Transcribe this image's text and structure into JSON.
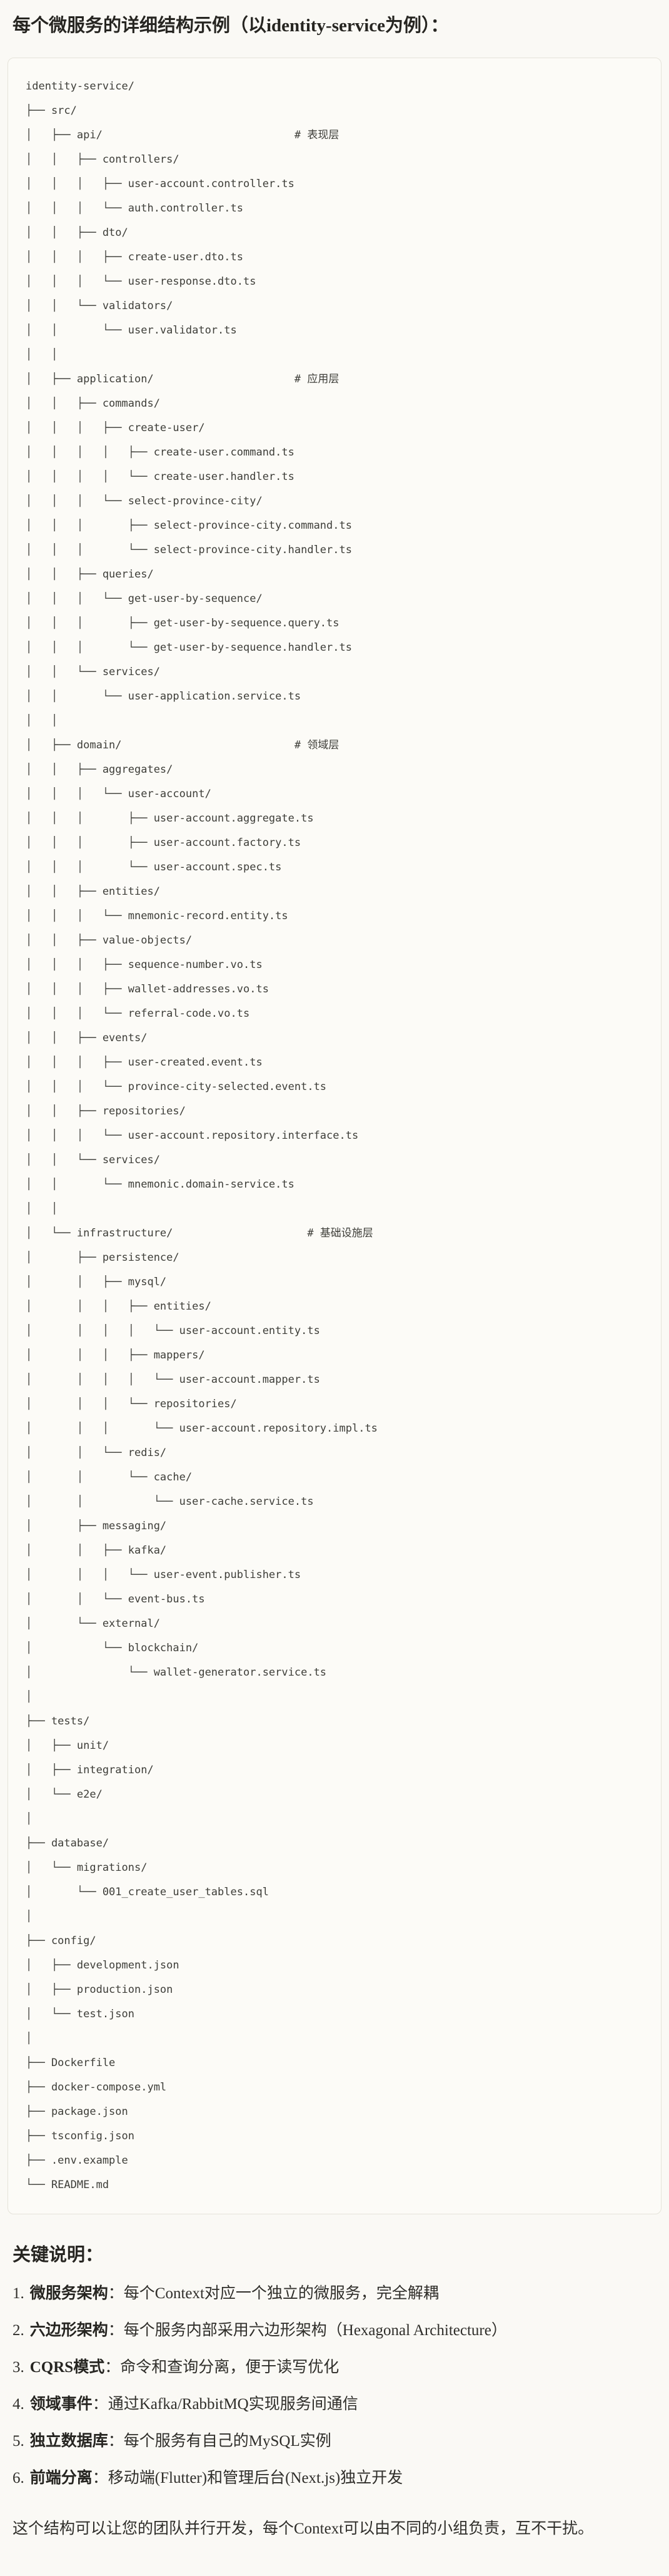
{
  "heading": "每个微服务的详细结构示例（以identity-service为例）：",
  "code_block": {
    "tree_lines": [
      "identity-service/",
      "├── src/",
      "│   ├── api/                              # 表现层",
      "│   │   ├── controllers/",
      "│   │   │   ├── user-account.controller.ts",
      "│   │   │   └── auth.controller.ts",
      "│   │   ├── dto/",
      "│   │   │   ├── create-user.dto.ts",
      "│   │   │   └── user-response.dto.ts",
      "│   │   └── validators/",
      "│   │       └── user.validator.ts",
      "│   │",
      "│   ├── application/                      # 应用层",
      "│   │   ├── commands/",
      "│   │   │   ├── create-user/",
      "│   │   │   │   ├── create-user.command.ts",
      "│   │   │   │   └── create-user.handler.ts",
      "│   │   │   └── select-province-city/",
      "│   │   │       ├── select-province-city.command.ts",
      "│   │   │       └── select-province-city.handler.ts",
      "│   │   ├── queries/",
      "│   │   │   └── get-user-by-sequence/",
      "│   │   │       ├── get-user-by-sequence.query.ts",
      "│   │   │       └── get-user-by-sequence.handler.ts",
      "│   │   └── services/",
      "│   │       └── user-application.service.ts",
      "│   │",
      "│   ├── domain/                           # 领域层",
      "│   │   ├── aggregates/",
      "│   │   │   └── user-account/",
      "│   │   │       ├── user-account.aggregate.ts",
      "│   │   │       ├── user-account.factory.ts",
      "│   │   │       └── user-account.spec.ts",
      "│   │   ├── entities/",
      "│   │   │   └── mnemonic-record.entity.ts",
      "│   │   ├── value-objects/",
      "│   │   │   ├── sequence-number.vo.ts",
      "│   │   │   ├── wallet-addresses.vo.ts",
      "│   │   │   └── referral-code.vo.ts",
      "│   │   ├── events/",
      "│   │   │   ├── user-created.event.ts",
      "│   │   │   └── province-city-selected.event.ts",
      "│   │   ├── repositories/",
      "│   │   │   └── user-account.repository.interface.ts",
      "│   │   └── services/",
      "│   │       └── mnemonic.domain-service.ts",
      "│   │",
      "│   └── infrastructure/                     # 基础设施层",
      "│       ├── persistence/",
      "│       │   ├── mysql/",
      "│       │   │   ├── entities/",
      "│       │   │   │   └── user-account.entity.ts",
      "│       │   │   ├── mappers/",
      "│       │   │   │   └── user-account.mapper.ts",
      "│       │   │   └── repositories/",
      "│       │   │       └── user-account.repository.impl.ts",
      "│       │   └── redis/",
      "│       │       └── cache/",
      "│       │           └── user-cache.service.ts",
      "│       ├── messaging/",
      "│       │   ├── kafka/",
      "│       │   │   └── user-event.publisher.ts",
      "│       │   └── event-bus.ts",
      "│       └── external/",
      "│           └── blockchain/",
      "│               └── wallet-generator.service.ts",
      "│",
      "├── tests/",
      "│   ├── unit/",
      "│   ├── integration/",
      "│   └── e2e/",
      "│",
      "├── database/",
      "│   └── migrations/",
      "│       └── 001_create_user_tables.sql",
      "│",
      "├── config/",
      "│   ├── development.json",
      "│   ├── production.json",
      "│   └── test.json",
      "│",
      "├── Dockerfile",
      "├── docker-compose.yml",
      "├── package.json",
      "├── tsconfig.json",
      "├── .env.example",
      "└── README.md"
    ],
    "layer_comments": [
      "# 表现层",
      "# 应用层",
      "# 领域层",
      "# 基础设施层"
    ]
  },
  "notes": {
    "title": "关键说明：",
    "items": [
      {
        "num": "1.",
        "term": "微服务架构",
        "rest": "：每个Context对应一个独立的微服务，完全解耦"
      },
      {
        "num": "2.",
        "term": "六边形架构",
        "rest": "：每个服务内部采用六边形架构（Hexagonal Architecture）"
      },
      {
        "num": "3.",
        "term": "CQRS模式",
        "rest": "：命令和查询分离，便于读写优化"
      },
      {
        "num": "4.",
        "term": "领域事件",
        "rest": "：通过Kafka/RabbitMQ实现服务间通信"
      },
      {
        "num": "5.",
        "term": "独立数据库",
        "rest": "：每个服务有自己的MySQL实例"
      },
      {
        "num": "6.",
        "term": "前端分离",
        "rest": "：移动端(Flutter)和管理后台(Next.js)独立开发"
      }
    ]
  },
  "closing": "这个结构可以让您的团队并行开发，每个Context可以由不同的小组负责，互不干扰。",
  "colors": {
    "page_bg": "#FAF9F5",
    "code_bg": "#FCFBF7",
    "code_border": "#E5E3DA",
    "code_text": "#3D3D38",
    "body_text": "#2F2E2A"
  }
}
